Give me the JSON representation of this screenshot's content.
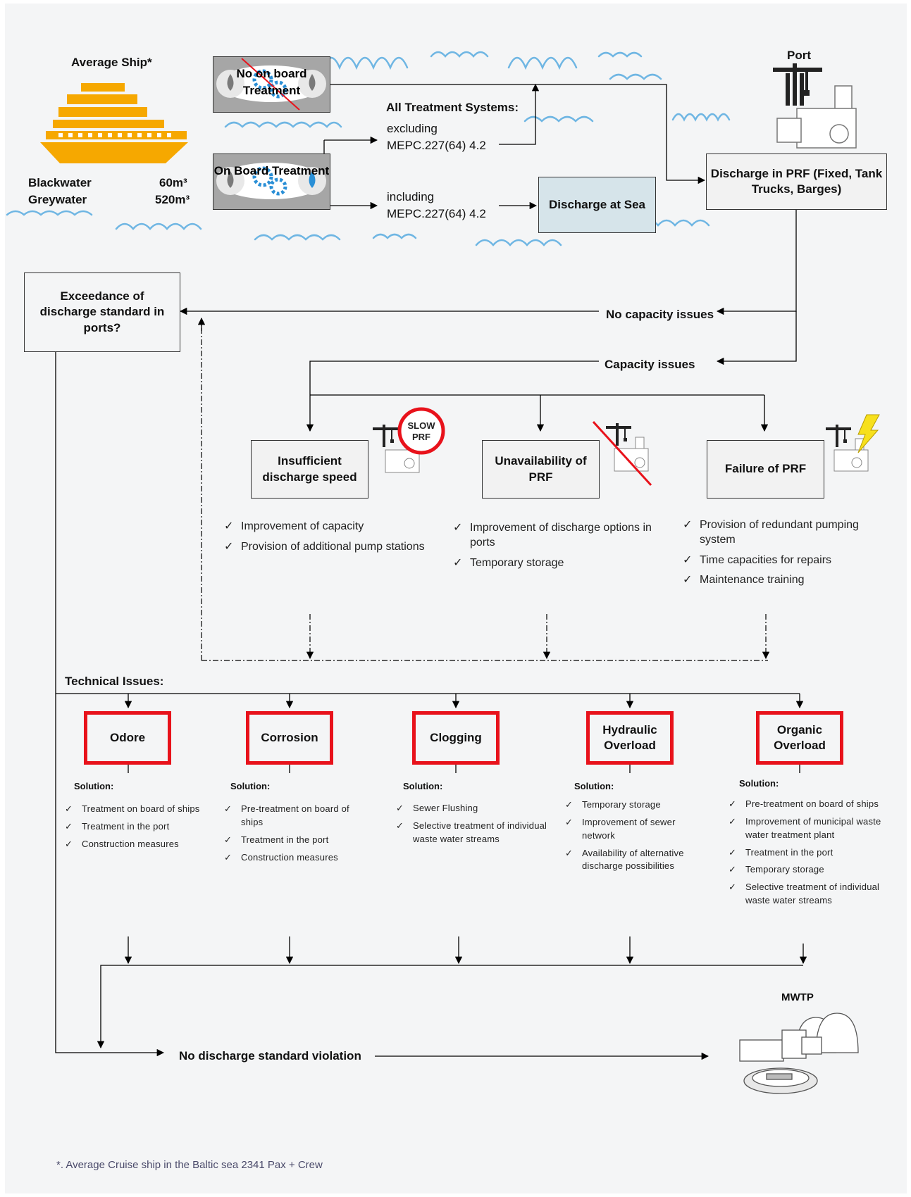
{
  "ship": {
    "title": "Average Ship*",
    "blackwater_label": "Blackwater",
    "blackwater_value": "60m³",
    "greywater_label": "Greywater",
    "greywater_value": "520m³"
  },
  "treatment": {
    "no_onboard": "No on board Treatment",
    "onboard": "On Board Treatment",
    "all_systems": "All Treatment Systems:",
    "excluding": "excluding",
    "including": "including",
    "standard_ref": "MEPC.227(64) 4.2",
    "discharge_sea": "Discharge at Sea"
  },
  "port": {
    "label": "Port",
    "discharge_prf": "Discharge in PRF (Fixed, Tank Trucks, Barges)"
  },
  "flow": {
    "exceedance": "Exceedance of discharge standard in ports?",
    "no_capacity": "No capacity issues",
    "capacity": "Capacity issues",
    "slow_prf": "SLOW PRF"
  },
  "capacity_issues": [
    {
      "title": "Insufficient discharge speed",
      "measures": [
        "Improvement of capacity",
        "Provision of additional pump stations"
      ]
    },
    {
      "title": "Unavailability of PRF",
      "measures": [
        "Improvement of discharge options in ports",
        "Temporary storage"
      ]
    },
    {
      "title": "Failure of PRF",
      "measures": [
        "Provision of redundant pumping system",
        "Time capacities for repairs",
        "Maintenance training"
      ]
    }
  ],
  "technical": {
    "heading": "Technical Issues:",
    "solution_label": "Solution:",
    "issues": [
      {
        "title": "Odore",
        "solutions": [
          "Treatment on board of ships",
          "Treatment in the port",
          "Construction measures"
        ]
      },
      {
        "title": "Corrosion",
        "solutions": [
          "Pre-treatment on board of ships",
          "Treatment in the port",
          "Construction measures"
        ]
      },
      {
        "title": "Clogging",
        "solutions": [
          "Sewer Flushing",
          "Selective treatment of individual waste water streams"
        ]
      },
      {
        "title": "Hydraulic Overload",
        "solutions": [
          "Temporary storage",
          "Improvement of sewer network",
          "Availability of alternative discharge possibilities"
        ]
      },
      {
        "title": "Organic Overload",
        "solutions": [
          "Pre-treatment on board of ships",
          "Improvement of municipal waste water treatment plant",
          "Treatment in the port",
          "Temporary storage",
          "Selective treatment of individual waste water streams"
        ]
      }
    ]
  },
  "outcome": {
    "no_violation": "No discharge standard violation",
    "mwtp": "MWTP"
  },
  "footnote": "*. Average Cruise ship in the Baltic sea 2341 Pax + Crew",
  "colors": {
    "wave": "#6fb6e3",
    "ship": "#f6a800",
    "alert_red": "#e8121b",
    "gear_blue": "#2a8fd6",
    "bolt": "#f7e01d"
  }
}
